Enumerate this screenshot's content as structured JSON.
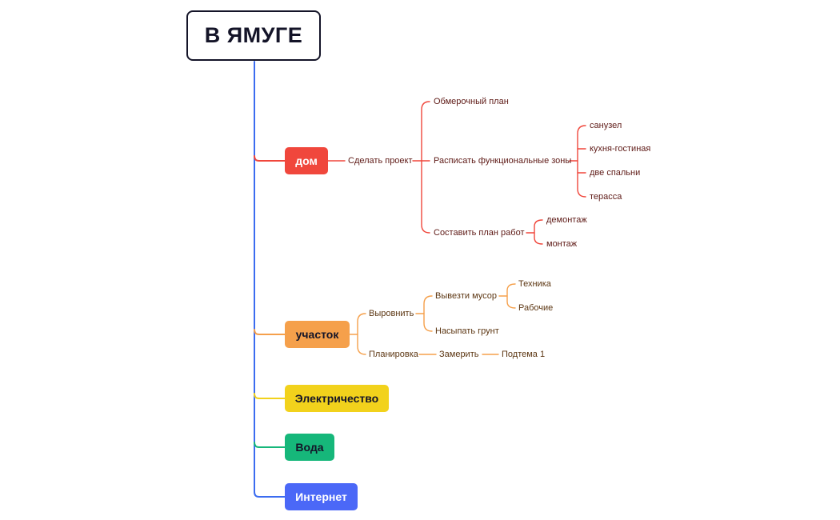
{
  "root": {
    "title": "В ЯМУГЕ"
  },
  "colors": {
    "trunk": "#3b6cf0",
    "red": "#f0473c",
    "orange": "#f5a04b",
    "yellow": "#f2d21c",
    "green": "#16b77a",
    "blue": "#4b68f7",
    "red_text": "#5e1a16",
    "orange_text": "#5c3612"
  },
  "branches": {
    "dom": {
      "label": "дом",
      "sdelat_proekt": "Сделать проект",
      "obmerochnyi_plan": "Обмерочный план",
      "raspisat_zony": "Расписать функциональные зоны",
      "zony": [
        "санузел",
        "кухня-гостиная",
        "две спальни",
        "терасса"
      ],
      "plan_rabot": "Составить план работ",
      "raboty": [
        "демонтаж",
        "монтаж"
      ]
    },
    "uchastok": {
      "label": "участок",
      "vyrovnit": "Выровнить",
      "vyvezti_musor": "Вывезти мусор",
      "musor": [
        "Техника",
        "Рабочие"
      ],
      "nasypat_grunt": "Насыпать грунт",
      "planirovka": "Планировка",
      "zamerit": "Замерить",
      "podtema": "Подтема 1"
    },
    "elektrichestvo": {
      "label": "Электричество"
    },
    "voda": {
      "label": "Вода"
    },
    "internet": {
      "label": "Интернет"
    }
  }
}
